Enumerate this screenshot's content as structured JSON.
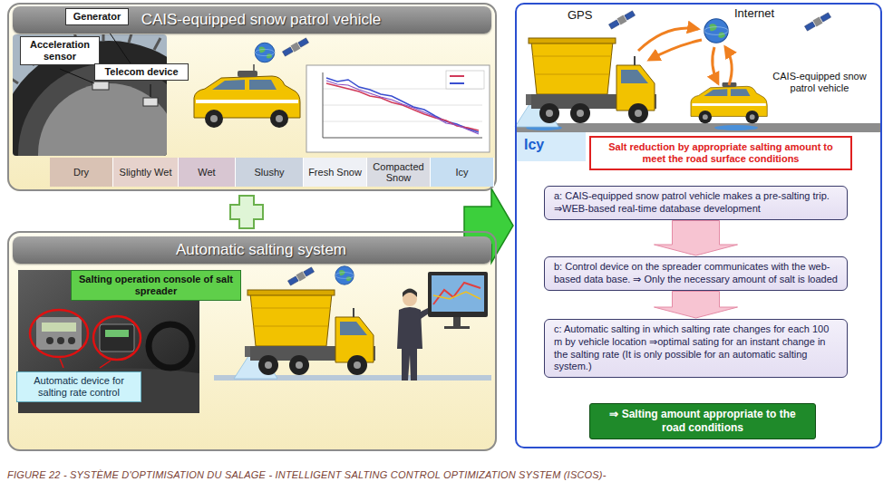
{
  "diagram": {
    "caption": "FIGURE 22 - SYSTÈME D'OPTIMISATION DU SALAGE - INTELLIGENT SALTING CONTROL OPTIMIZATION SYSTEM (ISCOS)-",
    "nodes": [
      {
        "text": [
          "CAIS-equipped snow patrol vehicle"
        ]
      },
      {
        "text": [
          "Generator"
        ],
        "in": 0
      },
      {
        "text": [
          "Acceleration sensor"
        ],
        "in": 0
      },
      {
        "text": [
          "Telecom device"
        ],
        "in": 0
      },
      {
        "text": [
          "Dry"
        ],
        "in": 0
      },
      {
        "text": [
          "Slightly Wet"
        ],
        "in": 0
      },
      {
        "text": [
          "Wet"
        ],
        "in": 0
      },
      {
        "text": [
          "Slushy"
        ],
        "in": 0
      },
      {
        "text": [
          "Fresh Snow"
        ],
        "in": 0
      },
      {
        "text": [
          "Compacted Snow"
        ],
        "in": 0
      },
      {
        "text": [
          "Icy"
        ],
        "in": 0
      },
      {
        "text": [
          "Automatic salting system"
        ]
      },
      {
        "text": [
          "Salting operation console of salt spreader"
        ],
        "in": 11
      },
      {
        "text": [
          "Automatic device for salting rate control"
        ],
        "in": 11
      },
      {
        "text": [
          "GPS",
          "Internet",
          "CAIS-equipped snow patrol vehicle",
          "Icy"
        ]
      },
      {
        "text": [
          "Salt reduction by appropriate salting amount to meet the road surface conditions"
        ],
        "in": 14
      },
      {
        "text": [
          "a: CAIS-equipped snow patrol vehicle makes a pre-salting trip. ⇒WEB-based real-time database development"
        ],
        "in": 14
      },
      {
        "text": [
          "b: Control device on the spreader communicates with the web-based data base. ⇒ Only the necessary amount of salt is loaded"
        ],
        "in": 14
      },
      {
        "text": [
          "c: Automatic salting in which salting rate changes for each 100 m by vehicle location ⇒optimal sating for an instant change in the salting rate (It is only possible for an automatic salting system.)"
        ],
        "in": 14
      },
      {
        "text": [
          "⇒ Salting amount appropriate to the road conditions"
        ],
        "in": 14
      }
    ],
    "edges": [
      {
        "from": 16,
        "to": 17,
        "arrow": "to"
      },
      {
        "from": 17,
        "to": 18,
        "arrow": "to"
      }
    ]
  }
}
